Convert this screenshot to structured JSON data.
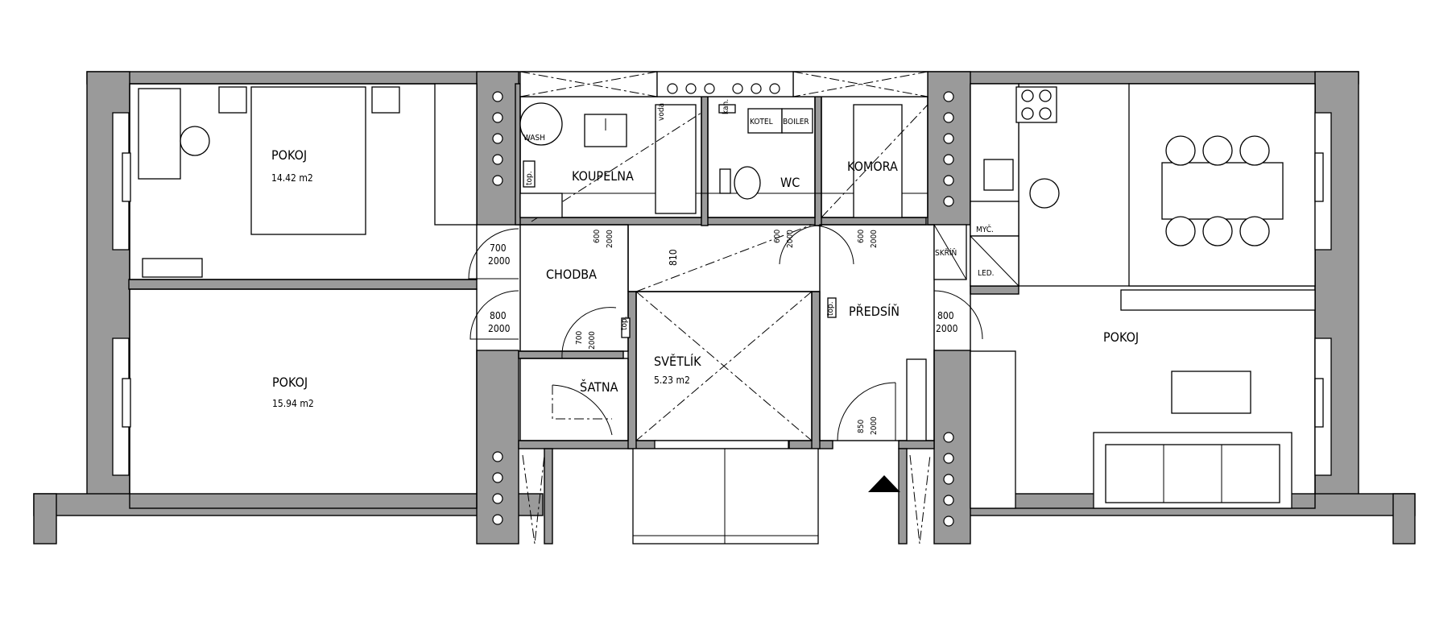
{
  "rooms": {
    "pokoj_top": {
      "name": "POKOJ",
      "area": "14.42 m2"
    },
    "pokoj_bottom": {
      "name": "POKOJ",
      "area": "15.94 m2"
    },
    "koupelna": {
      "name": "KOUPELNA"
    },
    "wc": {
      "name": "WC"
    },
    "komora": {
      "name": "KOMORA"
    },
    "chodba": {
      "name": "CHODBA"
    },
    "satna": {
      "name": "ŠATNA"
    },
    "svetlik": {
      "name": "SVĚTLÍK",
      "area": "5.23 m2"
    },
    "predsin": {
      "name": "PŘEDSÍŇ"
    },
    "pokoj_right": {
      "name": "POKOJ"
    }
  },
  "doors": {
    "d1": {
      "width": "700",
      "height": "2000"
    },
    "d2": {
      "width": "800",
      "height": "2000"
    },
    "d3": {
      "width": "600",
      "height": "2000"
    },
    "d4": {
      "width": "600",
      "height": "2000"
    },
    "d5": {
      "width": "600",
      "height": "2000"
    },
    "d6": {
      "width": "700",
      "height": "2000"
    },
    "d7": {
      "width": "800",
      "height": "2000"
    },
    "d8": {
      "width": "850",
      "height": "2000"
    }
  },
  "fixtures": {
    "wash": "WASH",
    "kotel": "KOTEL",
    "boiler": "BOILER",
    "skrin": "SKŘÍŇ",
    "myc": "MYČ.",
    "led": "LED.",
    "top": "top.",
    "voda": "voda",
    "kan": "kan.",
    "dim_810": "810"
  },
  "colors": {
    "wall": "#9a9a9a",
    "line": "#000000",
    "background": "#ffffff"
  }
}
